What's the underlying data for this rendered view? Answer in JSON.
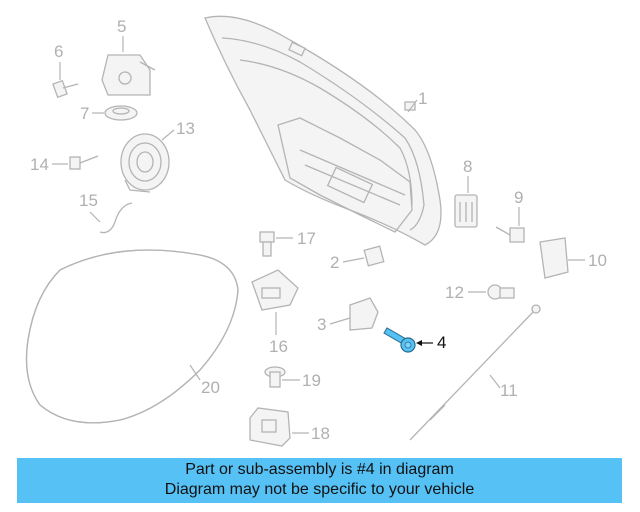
{
  "diagram": {
    "highlight_color": "#56c1f5",
    "callouts": {
      "c1": "1",
      "c2": "2",
      "c3": "3",
      "c4": "4",
      "c5": "5",
      "c6": "6",
      "c7": "7",
      "c8": "8",
      "c9": "9",
      "c10": "10",
      "c11": "11",
      "c12": "12",
      "c13": "13",
      "c14": "14",
      "c15": "15",
      "c16": "16",
      "c17": "17",
      "c18": "18",
      "c19": "19",
      "c20": "20"
    },
    "highlighted_part": "4"
  },
  "banner": {
    "line1": "Part or sub-assembly is #4 in diagram",
    "line2": "Diagram may not be specific to your vehicle",
    "background": "#56c1f5"
  }
}
